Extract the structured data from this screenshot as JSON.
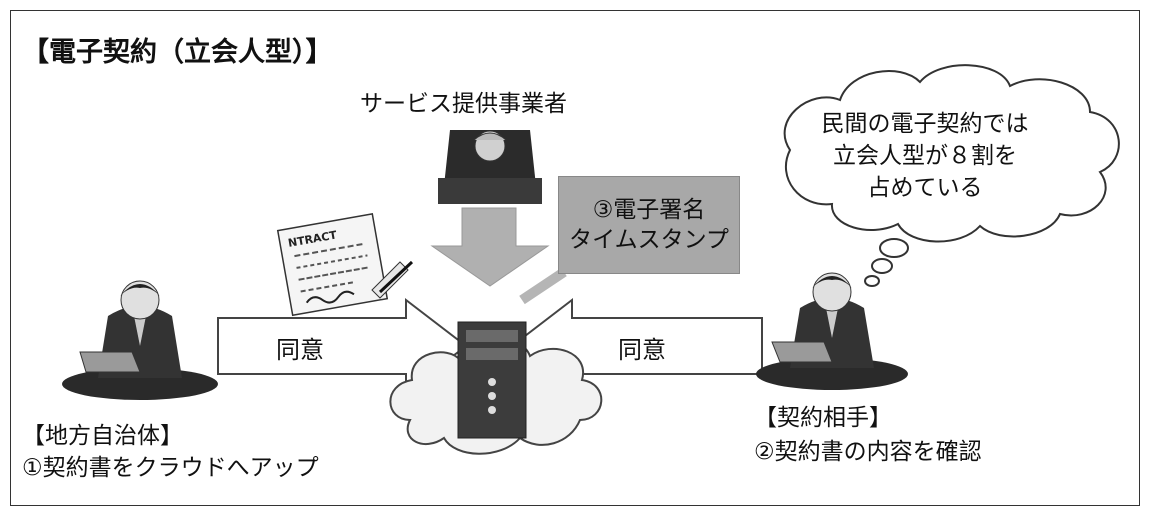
{
  "title": "【電子契約（立会人型）】",
  "provider_label": "サービス提供事業者",
  "stamp_box": {
    "line1": "③電子署名",
    "line2": "タイムスタンプ"
  },
  "thought_cloud": {
    "line1": "民間の電子契約では",
    "line2": "立会人型が８割を",
    "line3": "占めている"
  },
  "left_party": {
    "name": "【地方自治体】",
    "step": "①契約書をクラウドへアップ"
  },
  "right_party": {
    "name": "【契約相手】",
    "step": "②契約書の内容を確認"
  },
  "arrow_left_label": "同意",
  "arrow_right_label": "同意",
  "contract_paper_text": "NTRACT"
}
